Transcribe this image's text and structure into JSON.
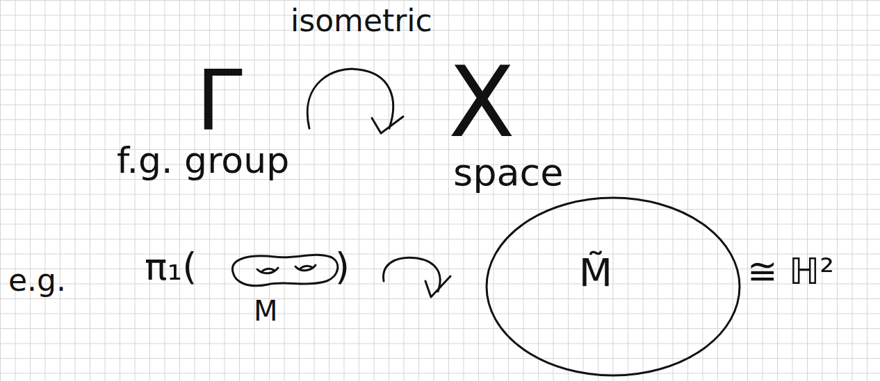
{
  "diagram": {
    "nodes": [
      {
        "text": [
          "M̃"
        ]
      }
    ],
    "labels": [
      "isometric",
      "Γ",
      "f.g. group",
      "X",
      "space",
      "e.g.",
      "π₁(",
      ")",
      "M",
      "≅ ℍ²"
    ]
  }
}
